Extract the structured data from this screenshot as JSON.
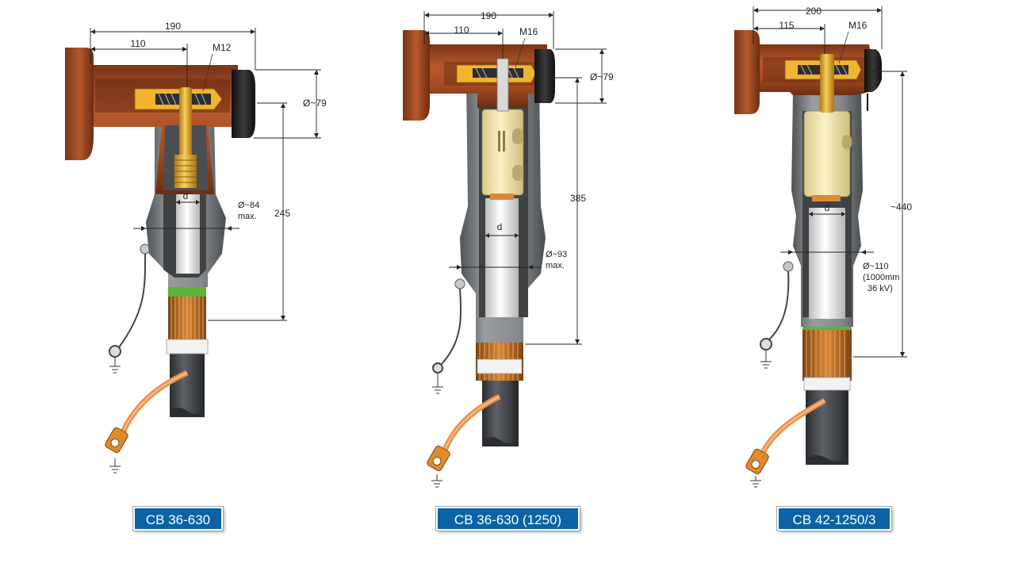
{
  "diagrams": [
    {
      "dims": {
        "total_width": "190",
        "offset": "110",
        "thread": "M12",
        "flange_dia": "Ø~79",
        "insulation_dia": "Ø~84",
        "insulation_dia_note": "max.",
        "height": "245",
        "conductor": "d"
      },
      "label": "CB 36-630"
    },
    {
      "dims": {
        "total_width": "190",
        "offset": "110",
        "thread": "M16",
        "flange_dia": "Ø~79",
        "insulation_dia": "Ø~93",
        "insulation_dia_note": "max.",
        "height": "385",
        "conductor": "d"
      },
      "label": "CB 36-630 (1250)"
    },
    {
      "dims": {
        "total_width": "200",
        "offset": "115",
        "thread": "M16",
        "insulation_dia": "Ø~110",
        "insulation_dia_note1": "(1000mm",
        "insulation_dia_note2": "36 kV)",
        "height": "~440",
        "conductor": "d"
      },
      "label": "CB 42-1250/3"
    }
  ],
  "colors": {
    "body_rubber": "#a64b24",
    "body_rubber_dark": "#7a3416",
    "inner_grey": "#8a8d90",
    "inner_grey_dark": "#5e6164",
    "brass": "#e2b23a",
    "conductor_light": "#e9e9e9",
    "cable_dark": "#3b3e42",
    "screen_copper": "#c8772b",
    "green_band": "#5cb53a",
    "label_blue": "#0b62a4"
  }
}
